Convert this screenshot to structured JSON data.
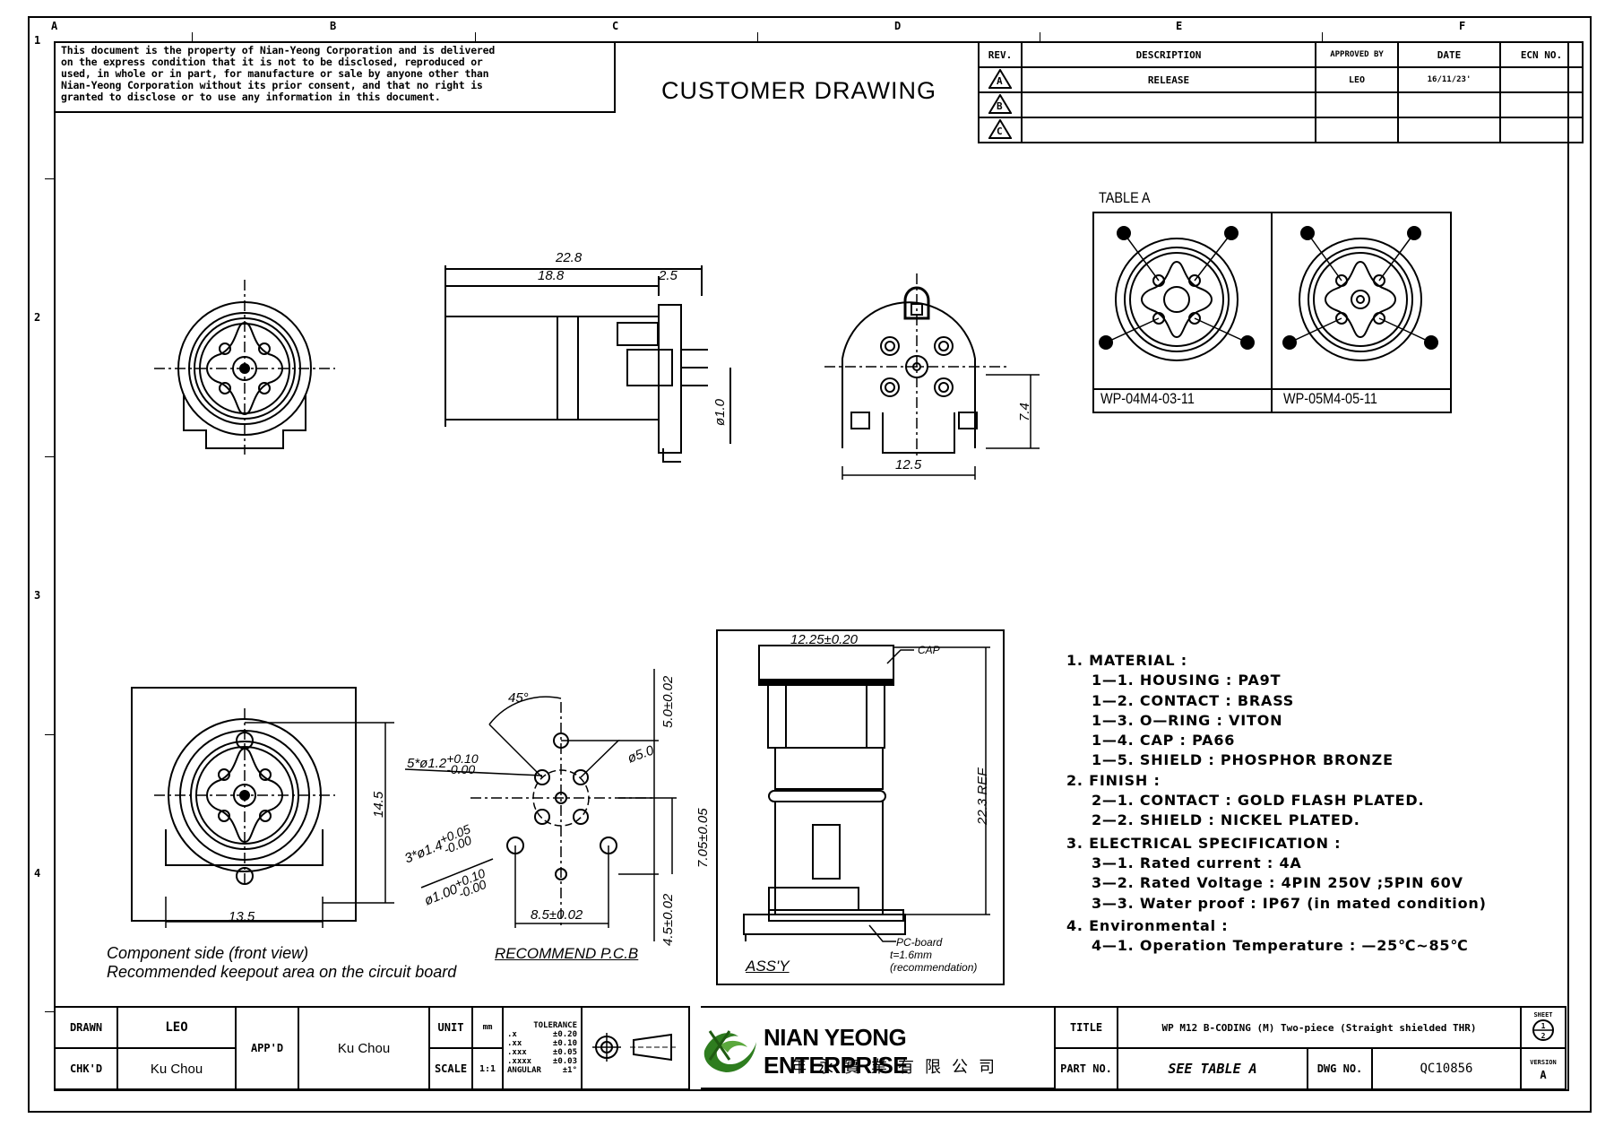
{
  "border": {
    "zone_letters": [
      "A",
      "B",
      "C",
      "D",
      "E",
      "F"
    ],
    "zone_numbers": [
      "1",
      "2",
      "3",
      "4"
    ]
  },
  "notice": {
    "lines": [
      "This document is the property of Nian-Yeong Corporation and is delivered",
      "on  the  express condition that it is not to be disclosed, reproduced or",
      "used, in whole or in part, for manufacture or sale by anyone other than",
      "Nian-Yeong Corporation without  its prior consent, and that  no right  is",
      "granted to disclose or to use any information in this  document."
    ]
  },
  "drawing_type": "CUSTOMER  DRAWING",
  "revision_table": {
    "headers": [
      "REV.",
      "DESCRIPTION",
      "APPROVED BY",
      "DATE",
      "ECN NO."
    ],
    "rows": [
      {
        "rev": "A",
        "description": "RELEASE",
        "approved_by": "LEO",
        "date": "16/11/23'",
        "ecn": ""
      },
      {
        "rev": "B",
        "description": "",
        "approved_by": "",
        "date": "",
        "ecn": ""
      },
      {
        "rev": "C",
        "description": "",
        "approved_by": "",
        "date": "",
        "ecn": ""
      }
    ]
  },
  "table_a": {
    "title": "TABLE  A",
    "parts": [
      "WP-04M4-03-11",
      "WP-05M4-05-11"
    ]
  },
  "views": {
    "side_view": {
      "overall": "22.8",
      "body": "18.8",
      "flange": "2.5",
      "pin_dia": "ø1.0"
    },
    "rear_view": {
      "width": "12.5",
      "height": "7.4"
    },
    "front_keepout": {
      "width": "13.5",
      "height": "14.5",
      "caption_line1": "Component side (front view)",
      "caption_line2": "Recommended keepout area on the circuit board"
    },
    "pcb": {
      "angle": "45°",
      "hole_5": "5*ø1.2",
      "hole_5_tol_plus": "+0.10",
      "hole_5_tol_minus": "-0.00",
      "pcd": "ø5.0",
      "hole_3": "3*ø1.4",
      "hole_3_tol_plus": "+0.05",
      "hole_3_tol_minus": "-0.00",
      "hole_1": "ø1.00",
      "hole_1_tol_plus": "+0.10",
      "hole_1_tol_minus": "-0.00",
      "dim_top": "5.0±0.02",
      "dim_mid": "7.05±0.05",
      "dim_bottom": "4.5±0.02",
      "dim_width": "8.5±0.02",
      "caption": "RECOMMEND  P.C.B"
    },
    "assy": {
      "width": "12.25±0.20",
      "height": "22.3  REF",
      "cap_label": "CAP",
      "pcb_label": "PC-board",
      "pcb_thickness": "t=1.6mm",
      "pcb_note": "(recommendation)",
      "caption": "ASS'Y"
    }
  },
  "specs": [
    {
      "level": 1,
      "text": "1.  MATERIAL  :"
    },
    {
      "level": 2,
      "text": "1—1.  HOUSING  :  PA9T"
    },
    {
      "level": 2,
      "text": "1—2.  CONTACT  :  BRASS"
    },
    {
      "level": 2,
      "text": "1—3.  O—RING  :  VITON"
    },
    {
      "level": 2,
      "text": "1—4.  CAP  :  PA66"
    },
    {
      "level": 2,
      "text": "1—5.  SHIELD  :  PHOSPHOR  BRONZE"
    },
    {
      "level": 1,
      "text": "2.  FINISH  :"
    },
    {
      "level": 2,
      "text": "2—1.  CONTACT  :  GOLD  FLASH  PLATED."
    },
    {
      "level": 2,
      "text": "2—2.  SHIELD  :  NICKEL  PLATED."
    },
    {
      "level": 1,
      "text": "3.  ELECTRICAL  SPECIFICATION  :"
    },
    {
      "level": 2,
      "text": "3—1.  Rated  current  :  4A"
    },
    {
      "level": 2,
      "text": "3—2.  Rated  Voltage  :  4PIN  250V  ;5PIN  60V"
    },
    {
      "level": 2,
      "text": "3—3.  Water  proof  :  IP67  (in  mated  condition)"
    },
    {
      "level": 1,
      "text": "4.  Environmental  :"
    },
    {
      "level": 2,
      "text": "4—1.  Operation  Temperature  :  —25℃~85℃"
    }
  ],
  "title_block": {
    "drawn_label": "DRAWN",
    "drawn_value": "LEO",
    "checked_label": "CHK'D",
    "checked_value": "Ku Chou",
    "approved_label": "APP'D",
    "approved_value": "Ku Chou",
    "unit_label": "UNIT",
    "unit_value": "mm",
    "scale_label": "SCALE",
    "scale_value": "1:1",
    "tolerance": {
      "title": "TOLERANCE",
      "rows": [
        {
          "k": ".x",
          "v": "±0.20"
        },
        {
          "k": ".xx",
          "v": "±0.10"
        },
        {
          "k": ".xxx",
          "v": "±0.05"
        },
        {
          "k": ".xxxx",
          "v": "±0.03"
        },
        {
          "k": "ANGULAR",
          "v": "±1°"
        }
      ]
    },
    "company_name": "NIAN YEONG ENTERPRISE",
    "company_name_cn": "年永實業有限公司",
    "brand_color": "#2e7d1f",
    "title_label": "TITLE",
    "title_value": "WP M12 B-CODING  (M)  Two-piece (Straight shielded THR)",
    "part_label": "PART NO.",
    "part_value": "SEE TABLE A",
    "dwg_label": "DWG NO.",
    "dwg_value": "QC10856",
    "sheet_label": "SHEET",
    "sheet_value": "1",
    "sheet_total": "2",
    "version_label": "VERSION",
    "version_value": "A"
  }
}
